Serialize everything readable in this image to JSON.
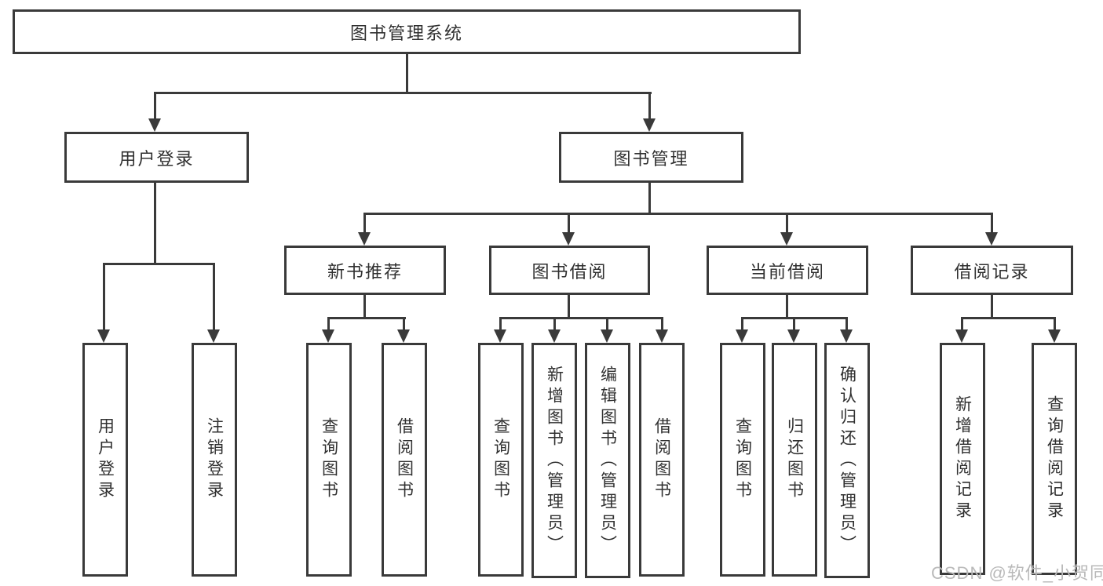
{
  "diagram": {
    "title": "图书管理系统",
    "level2": {
      "user_login": "用户登录",
      "book_mgmt": "图书管理"
    },
    "level3": {
      "new_books": "新书推荐",
      "book_borrow": "图书借阅",
      "current_borrow": "当前借阅",
      "borrow_records": "借阅记录"
    },
    "leaves": {
      "user_login": [
        "用户登录",
        "注销登录"
      ],
      "new_books": [
        "查询图书",
        "借阅图书"
      ],
      "book_borrow": [
        "查询图书",
        "新增图书（管理员）",
        "编辑图书（管理员）",
        "借阅图书"
      ],
      "current_borrow": [
        "查询图书",
        "归还图书",
        "确认归还（管理员）"
      ],
      "borrow_records": [
        "新增借阅记录",
        "查询借阅记录"
      ]
    }
  },
  "watermark": "CSDN @软件_小贺同学",
  "colors": {
    "line": "#3a3a3a",
    "text": "#303030",
    "watermark": "#b9b9b9",
    "background": "#ffffff"
  }
}
